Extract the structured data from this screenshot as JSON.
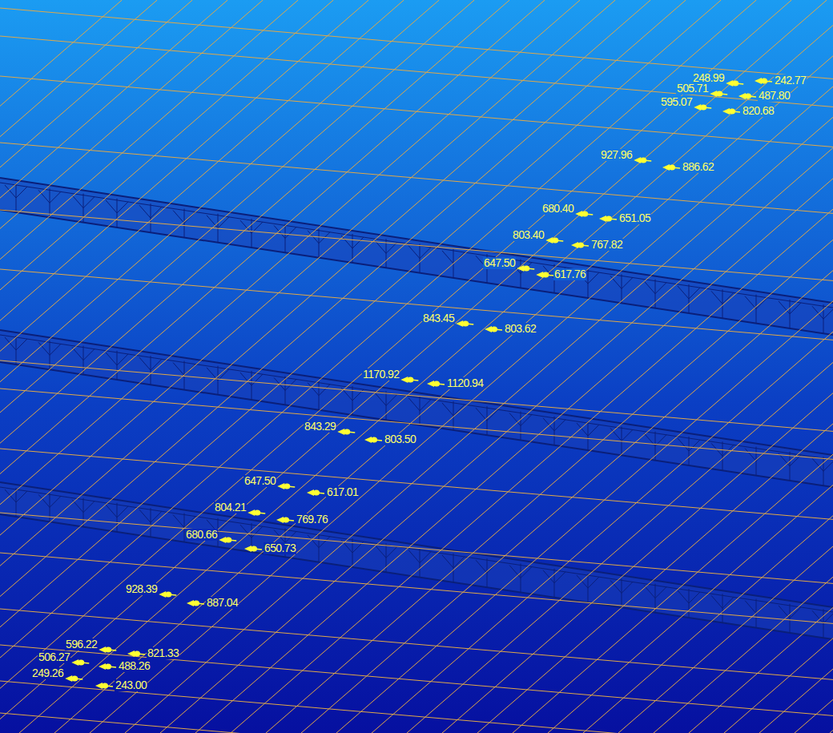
{
  "diagram": {
    "labels": [
      "248.99",
      "242.77",
      "505.71",
      "487.80",
      "595.07",
      "820.68",
      "927.96",
      "886.62",
      "680.40",
      "651.05",
      "803.40",
      "767.82",
      "647.50",
      "617.76",
      "843.45",
      "803.62",
      "1170.92",
      "1120.94",
      "843.29",
      "803.50",
      "647.50",
      "617.01",
      "804.21",
      "769.76",
      "680.66",
      "650.73",
      "928.39",
      "887.04",
      "596.22",
      "821.33",
      "506.27",
      "488.26",
      "249.26",
      "243.00"
    ]
  }
}
